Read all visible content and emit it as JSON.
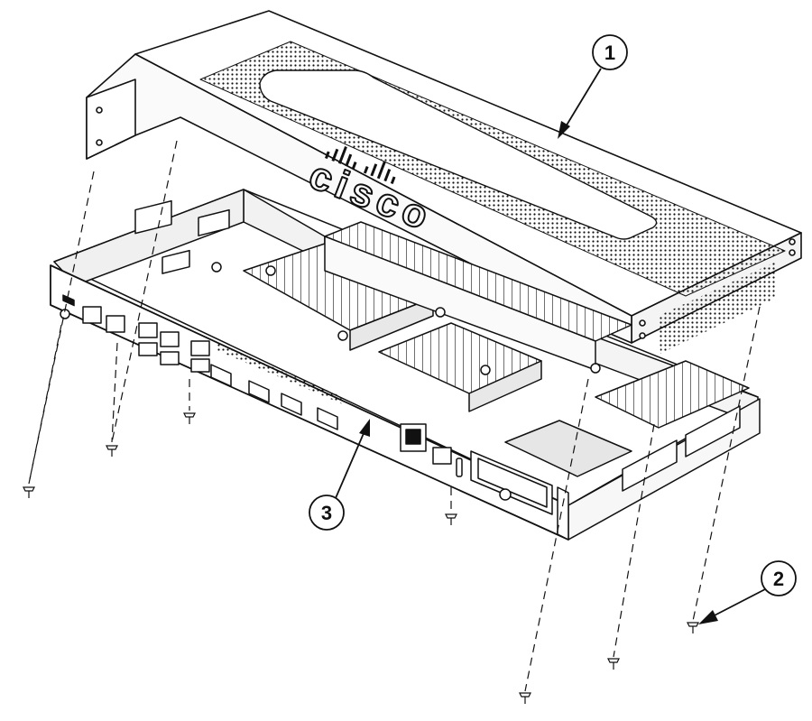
{
  "diagram": {
    "brand_logo_text": "cisco",
    "callouts": [
      {
        "label": "1",
        "target": "top-cover"
      },
      {
        "label": "2",
        "target": "screws"
      },
      {
        "label": "3",
        "target": "chassis"
      }
    ]
  },
  "colors": {
    "line": "#111111",
    "paper": "#ffffff",
    "metal_shade": "#dcdcdc"
  }
}
